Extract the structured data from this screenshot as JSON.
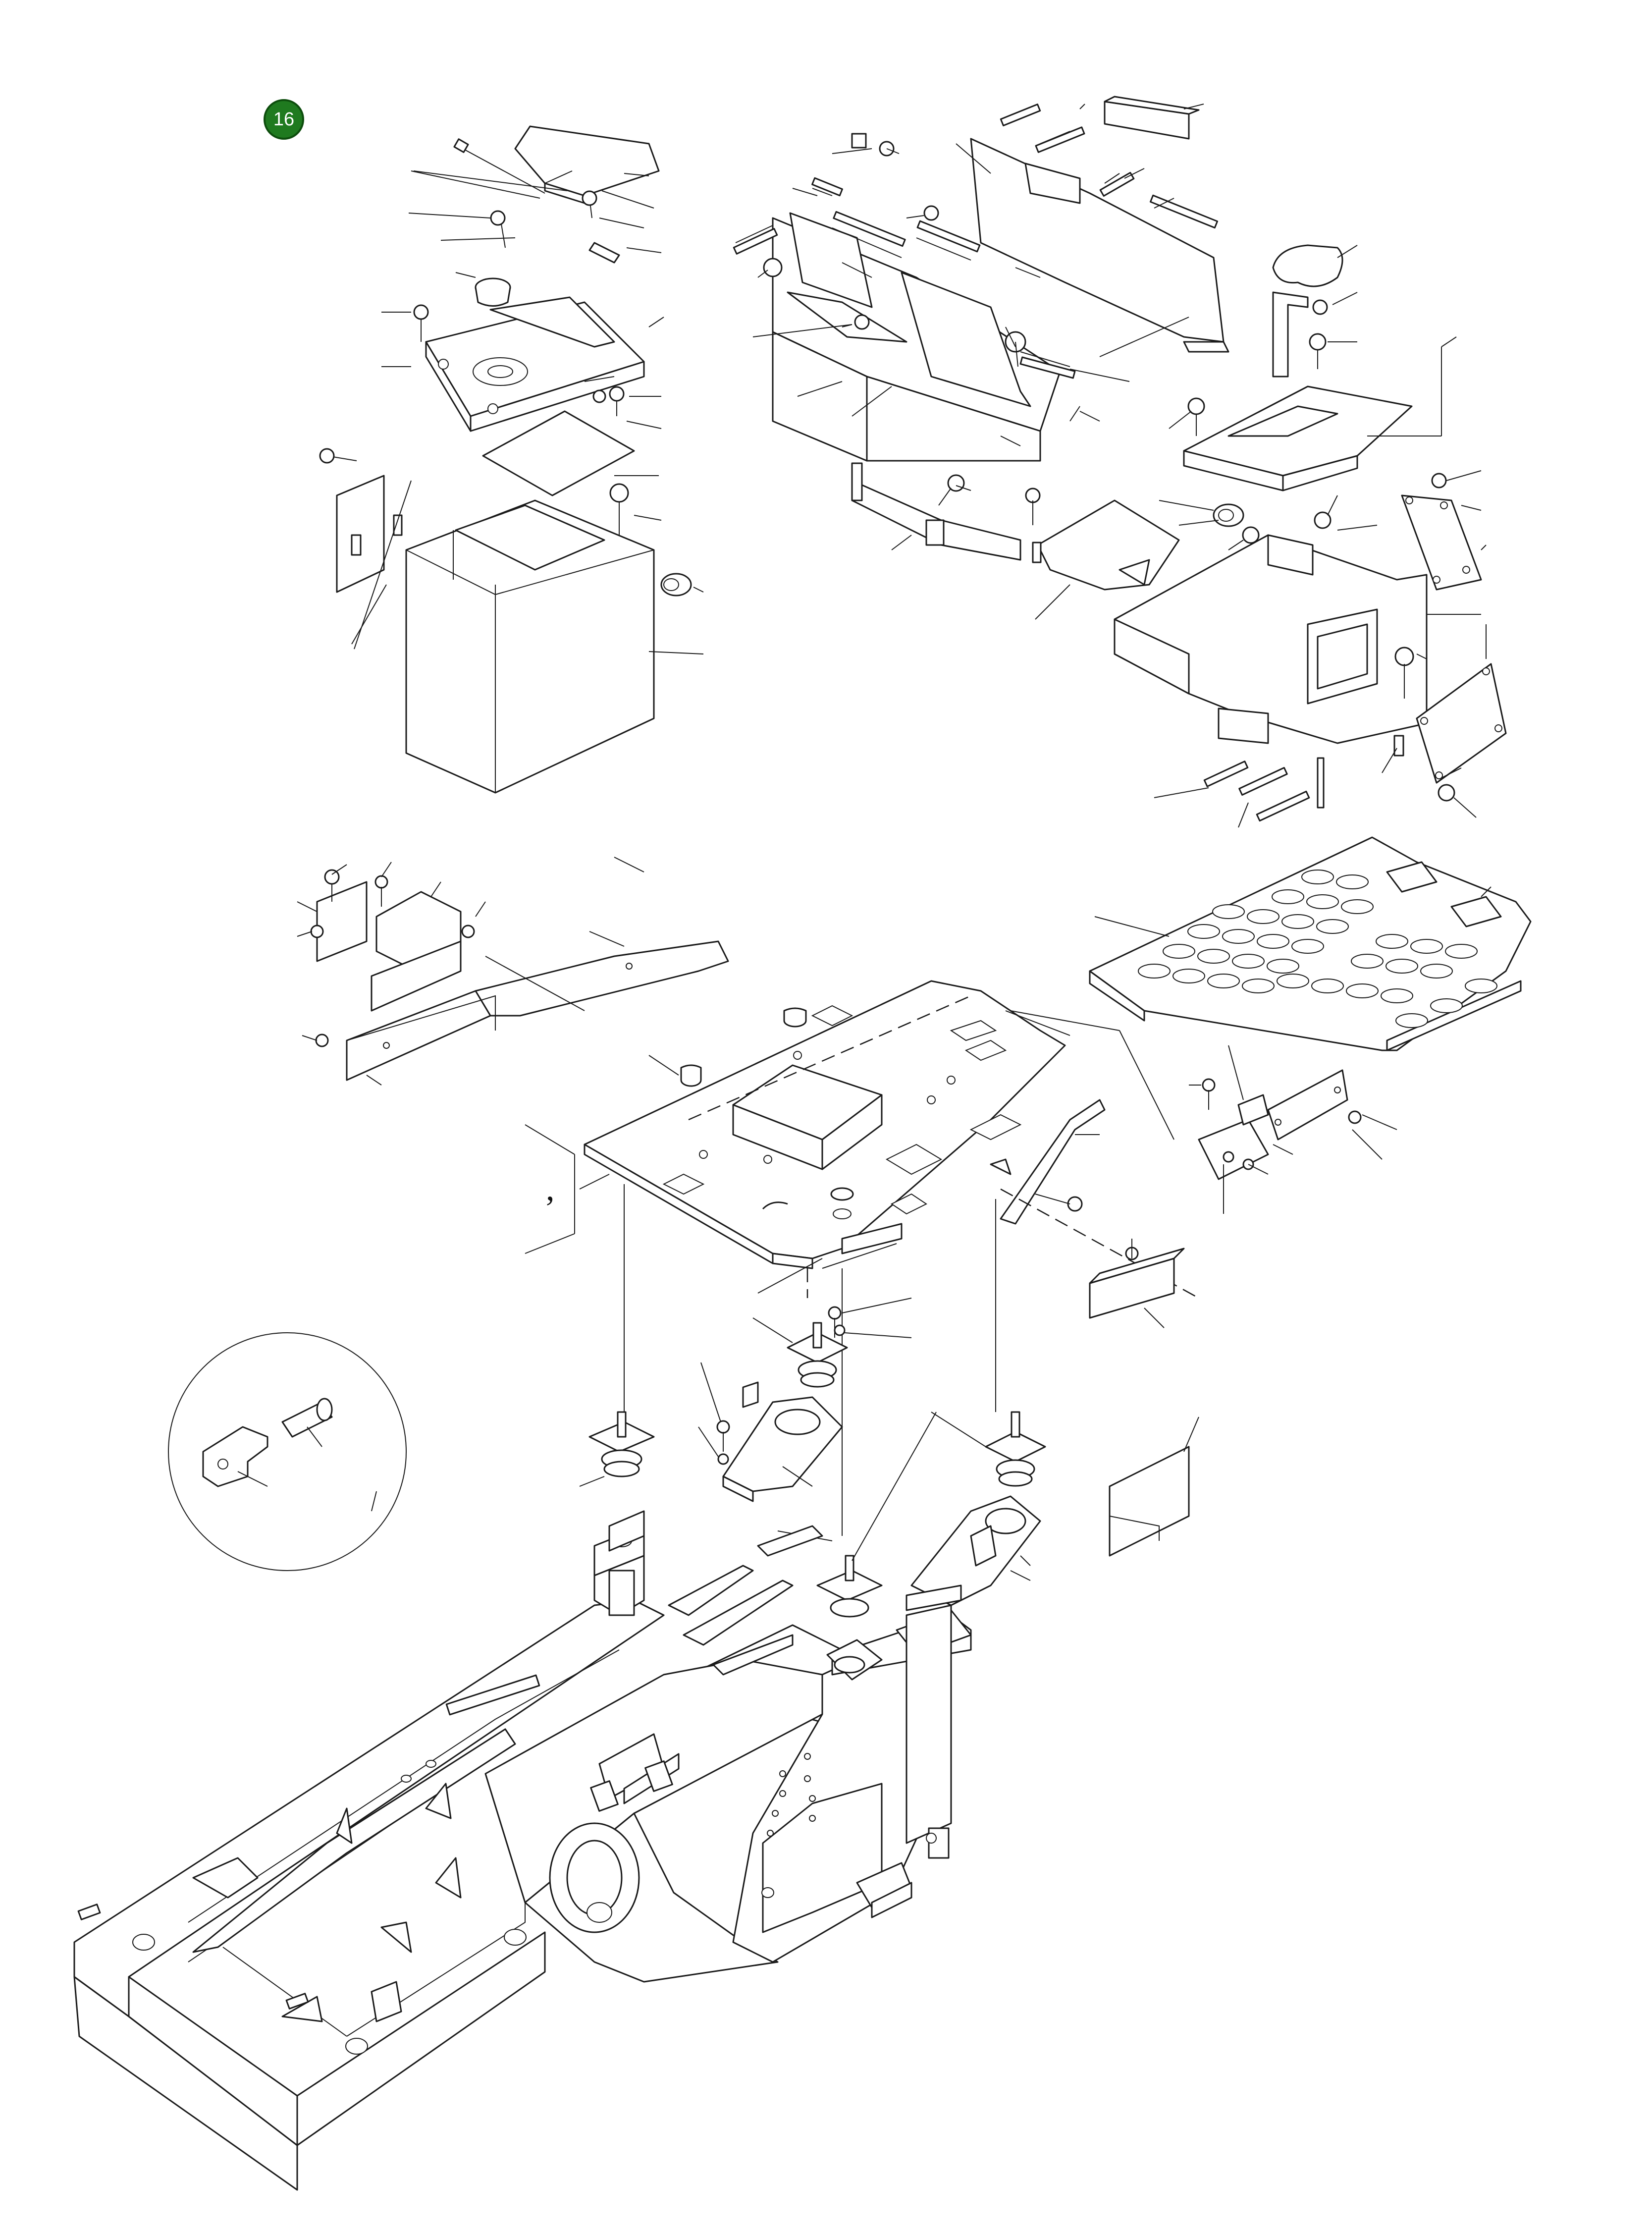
{
  "page": {
    "badge_number": "16",
    "mark_glyph": ","
  },
  "colors": {
    "badge_fill": "#1f7a1f",
    "badge_border": "#0d4d0d",
    "line": "#1a1a1a",
    "background": "#ffffff"
  },
  "icons": [
    "figure-badge",
    "exploded-parts-diagram"
  ]
}
